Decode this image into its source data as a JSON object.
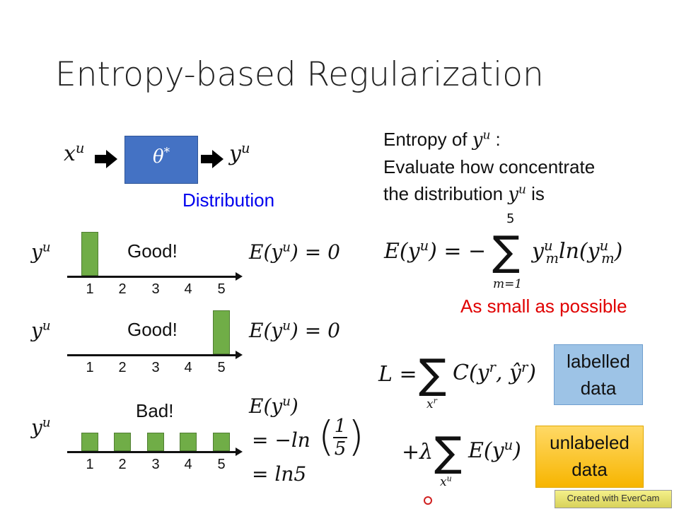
{
  "title": "Entropy-based Regularization",
  "diagram": {
    "input": "x",
    "input_sup": "u",
    "model": "θ",
    "model_sup": "*",
    "output": "y",
    "output_sup": "u",
    "caption": "Distribution",
    "model_color": "#4472c4",
    "caption_color": "#0000ee"
  },
  "examples": [
    {
      "label": "y",
      "label_sup": "u",
      "verdict": "Good!",
      "distribution": [
        1,
        0,
        0,
        0,
        0
      ],
      "entropy": "E(y",
      "entropy_sup": "u",
      "entropy_rest": ") = 0"
    },
    {
      "label": "y",
      "label_sup": "u",
      "verdict": "Good!",
      "distribution": [
        0,
        0,
        0,
        0,
        1
      ],
      "entropy": "E(y",
      "entropy_sup": "u",
      "entropy_rest": ") = 0"
    },
    {
      "label": "y",
      "label_sup": "u",
      "verdict": "Bad!",
      "distribution": [
        0.2,
        0.2,
        0.2,
        0.2,
        0.2
      ],
      "entropy": "E(y",
      "entropy_sup": "u",
      "entropy_rest": ")",
      "line2": "= −ln",
      "frac_num": "1",
      "frac_den": "5",
      "line3": "= ln5"
    }
  ],
  "ticks": [
    "1",
    "2",
    "3",
    "4",
    "5"
  ],
  "right": {
    "line1": "Entropy of ",
    "line1_var": "y",
    "line1_sup": "u",
    "line1_end": " :",
    "line2": "Evaluate how concentrate",
    "line3": "the distribution ",
    "line3_var": "y",
    "line3_sup": "u",
    "line3_end": " is",
    "formula_lhs": "E(y",
    "formula_lhs_sup": "u",
    "formula_lhs_end": ") = −",
    "sum_top": "5",
    "sum_bottom": "m=1",
    "formula_body": "y",
    "body_sup": "u",
    "body_sub": "m",
    "formula_ln": "ln(y",
    "ln_sup": "u",
    "ln_sub": "m",
    "ln_end": ")",
    "note": "As small as possible",
    "note_color": "#e00000"
  },
  "loss": {
    "L": "L =",
    "sum1_bottom": "x",
    "sum1_bottom_sup": "r",
    "term1": "C(y",
    "term1_sup": "r",
    "term1_mid": ", ŷ",
    "term1_sup2": "r",
    "term1_end": ")",
    "plus": "+λ",
    "sum2_bottom": "x",
    "sum2_bottom_sup": "u",
    "term2": "E(y",
    "term2_sup": "u",
    "term2_end": ")",
    "labelled": "labelled data",
    "unlabeled": "unlabeled data",
    "labelled_color": "#9dc3e6",
    "unlabeled_color": "#ffc000"
  },
  "watermark": "Created with EverCam"
}
